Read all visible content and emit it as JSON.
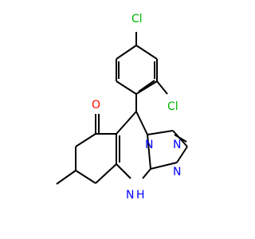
{
  "molecule": {
    "colors": {
      "background": "#ffffff",
      "bond": "#000000",
      "chlorine": "#00b400",
      "oxygen": "#ff0000",
      "nitrogen": "#0000ff"
    },
    "labels": {
      "cl_top": "Cl",
      "cl_right": "Cl",
      "oxygen": "O",
      "nitrogen_1": "N",
      "nitrogen_2": "N",
      "nitrogen_3": "N",
      "nh": "H",
      "nh_n": "N"
    }
  }
}
